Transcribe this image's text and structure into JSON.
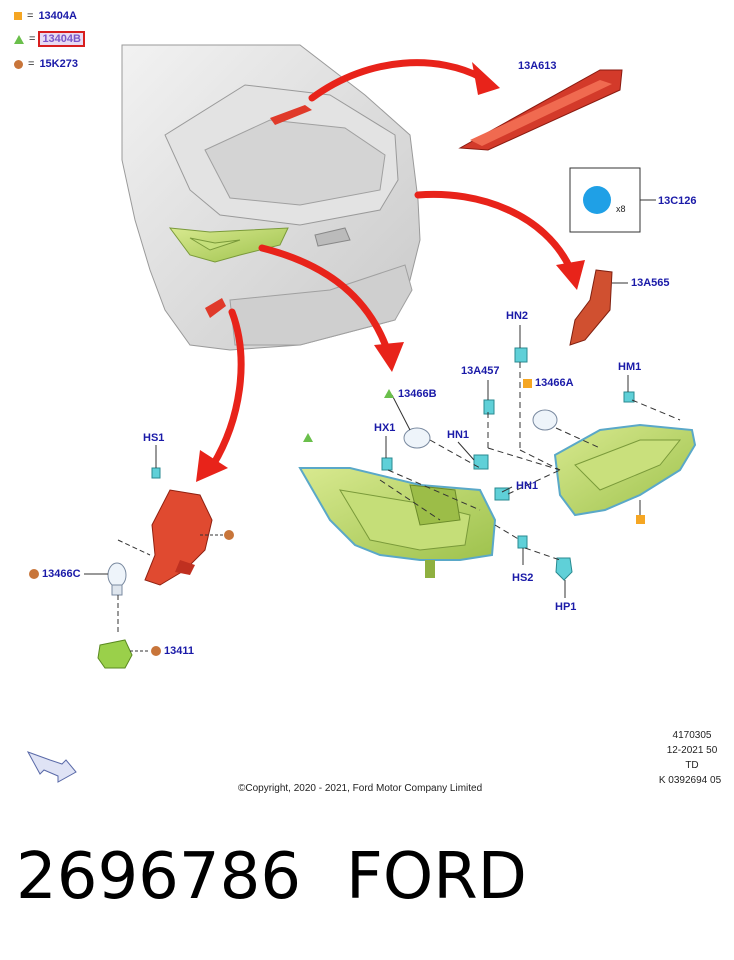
{
  "legend": [
    {
      "symbol": "square",
      "color": "#f5a623",
      "code": "13404A",
      "highlighted": false
    },
    {
      "symbol": "triangle",
      "color": "#6abf4b",
      "code": "13404B",
      "highlighted": true
    },
    {
      "symbol": "circle",
      "color": "#c8753a",
      "code": "15K273",
      "highlighted": false
    }
  ],
  "legend_eq": "=",
  "parts": {
    "p13A613": "13A613",
    "p13C126": "13C126",
    "p13C126_qty": "x8",
    "p13A565": "13A565",
    "hn2": "HN2",
    "p13A457": "13A457",
    "p13466A": "13466A",
    "hm1": "HM1",
    "p13466B": "13466B",
    "hx1": "HX1",
    "hn1_a": "HN1",
    "hn1_b": "HN1",
    "hs1": "HS1",
    "hs2": "HS2",
    "hp1": "HP1",
    "p13466C": "13466C",
    "p13411": "13411"
  },
  "meta": {
    "line1": "4170305",
    "line2": "12-2021 50",
    "line3": "TD",
    "line4": "K 0392694 05"
  },
  "copyright": "©Copyright, 2020 - 2021, Ford Motor Company Limited",
  "part_number": "2696786",
  "make": "FORD",
  "colors": {
    "label": "#1a1aa8",
    "arrow": "#e8231a",
    "lamp": "#b9d86a",
    "clip": "#5fd0d8"
  }
}
